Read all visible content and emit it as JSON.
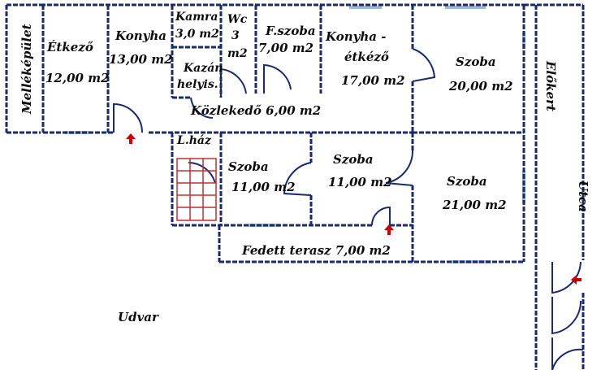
{
  "plan": {
    "colors": {
      "wall": "#1a2a6c",
      "window": "#9fb8d8",
      "stair": "#c0302f",
      "arrow": "#cc0000",
      "text": "#0a0a0a"
    },
    "labels": {
      "mellek": "Melléképület",
      "etkezo_name": "Étkező",
      "etkezo_area": "12,00 m2",
      "konyha_name": "Konyha",
      "konyha_area": "13,00 m2",
      "kamra_name": "Kamra",
      "kamra_area": "3,0 m2",
      "kazan_name": "Kazán",
      "kazan_sub": "helyis.",
      "wc_name": "Wc",
      "wc_num": "3",
      "wc_unit": "m2",
      "fszoba_name": "F.szoba",
      "fszoba_area": "7,00 m2",
      "konyhaetk_name": "Konyha -",
      "konyhaetk_sub": "étkéző",
      "konyhaetk_area": "17,00 m2",
      "szoba20_name": "Szoba",
      "szoba20_area": "20,00 m2",
      "elokert": "Előkert",
      "kozlekedo": "Közlekedő 6,00 m2",
      "lhaz": "L.ház",
      "szoba11a_name": "Szoba",
      "szoba11a_area": "11,00 m2",
      "szoba11b_name": "Szoba",
      "szoba11b_area": "11,00 m2",
      "szoba21_name": "Szoba",
      "szoba21_area": "21,00 m2",
      "utca": "Utca",
      "terasz": "Fedett terasz 7,00 m2",
      "udvar": "Udvar"
    }
  }
}
